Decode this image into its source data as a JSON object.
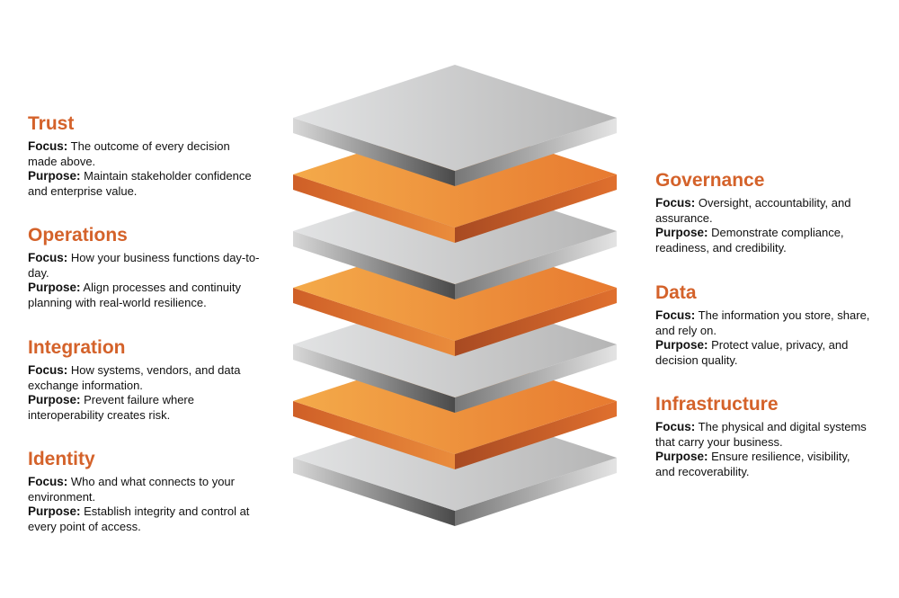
{
  "layers_left": [
    {
      "title": "Trust",
      "focus_label": "Focus:",
      "focus": "The outcome of every decision made above.",
      "purpose_label": "Purpose:",
      "purpose": "Maintain stakeholder confidence and enterprise value."
    },
    {
      "title": "Operations",
      "focus_label": "Focus:",
      "focus": "How your business functions day-to-day.",
      "purpose_label": "Purpose:",
      "purpose": "Align processes and continuity planning with real-world resilience."
    },
    {
      "title": "Integration",
      "focus_label": "Focus:",
      "focus": "How systems, vendors, and data exchange information.",
      "purpose_label": "Purpose:",
      "purpose": "Prevent failure where interoperability creates risk."
    },
    {
      "title": "Identity",
      "focus_label": "Focus:",
      "focus": "Who and what connects to your environment.",
      "purpose_label": "Purpose:",
      "purpose": "Establish integrity and control at every point of access."
    }
  ],
  "layers_right": [
    {
      "title": "Governance",
      "focus_label": "Focus:",
      "focus": "Oversight, accountability, and assurance.",
      "purpose_label": "Purpose:",
      "purpose": "Demonstrate compliance, readiness, and credibility."
    },
    {
      "title": "Data",
      "focus_label": "Focus:",
      "focus": "The information you store, share, and rely on.",
      "purpose_label": "Purpose:",
      "purpose": "Protect value, privacy, and decision quality."
    },
    {
      "title": "Infrastructure",
      "focus_label": "Focus:",
      "focus": "The physical and digital systems that carry your business.",
      "purpose_label": "Purpose:",
      "purpose": "Ensure resilience, visibility, and recoverability."
    }
  ],
  "stack": [
    "grey",
    "orange",
    "grey",
    "orange",
    "grey",
    "orange",
    "grey"
  ],
  "colors": {
    "accent": "#d4622a",
    "orange_light": "#f4aa4a",
    "orange_dark": "#e77a30",
    "grey_light": "#e2e3e4",
    "grey_dark": "#b4b4b4"
  }
}
